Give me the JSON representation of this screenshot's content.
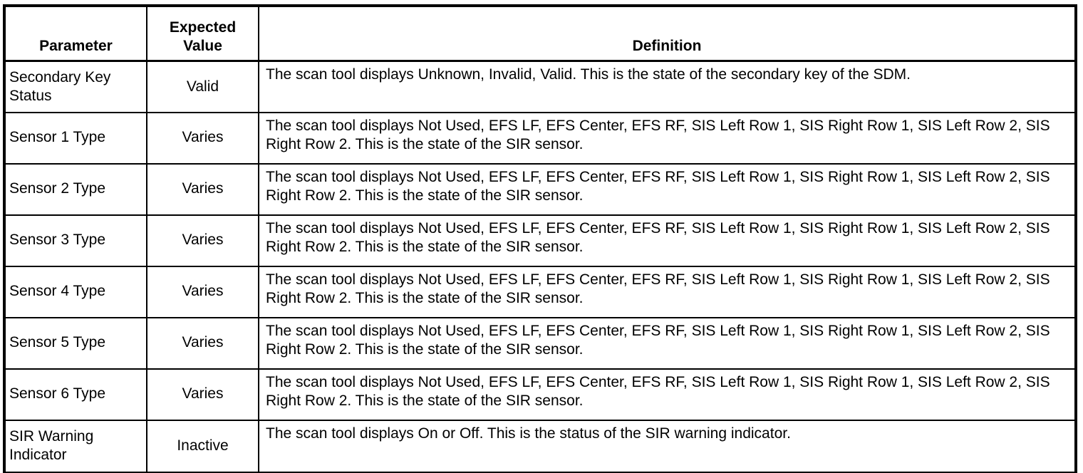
{
  "table": {
    "columns": [
      {
        "label": "Parameter"
      },
      {
        "label": "Expected Value"
      },
      {
        "label": "Definition"
      }
    ],
    "rows": [
      {
        "parameter": "Secondary Key Status",
        "expected_value": "Valid",
        "definition": "The scan tool displays Unknown, Invalid, Valid. This is the state of the secondary key of the SDM."
      },
      {
        "parameter": "Sensor 1 Type",
        "expected_value": "Varies",
        "definition": "The scan tool displays Not Used, EFS LF, EFS Center, EFS RF, SIS Left Row 1, SIS Right Row 1, SIS Left Row 2, SIS Right Row 2. This is the state of the SIR sensor."
      },
      {
        "parameter": "Sensor 2 Type",
        "expected_value": "Varies",
        "definition": "The scan tool displays Not Used, EFS LF, EFS Center, EFS RF, SIS Left Row 1, SIS Right Row 1, SIS Left Row 2, SIS Right Row 2. This is the state of the SIR sensor."
      },
      {
        "parameter": "Sensor 3 Type",
        "expected_value": "Varies",
        "definition": "The scan tool displays Not Used, EFS LF, EFS Center, EFS RF, SIS Left Row 1, SIS Right Row 1, SIS Left Row 2, SIS Right Row 2. This is the state of the SIR sensor."
      },
      {
        "parameter": "Sensor 4 Type",
        "expected_value": "Varies",
        "definition": "The scan tool displays Not Used, EFS LF, EFS Center, EFS RF, SIS Left Row 1, SIS Right Row 1, SIS Left Row 2, SIS Right Row 2. This is the state of the SIR sensor."
      },
      {
        "parameter": "Sensor 5 Type",
        "expected_value": "Varies",
        "definition": "The scan tool displays Not Used, EFS LF, EFS Center, EFS RF, SIS Left Row 1, SIS Right Row 1, SIS Left Row 2, SIS Right Row 2. This is the state of the SIR sensor."
      },
      {
        "parameter": "Sensor 6 Type",
        "expected_value": "Varies",
        "definition": "The scan tool displays Not Used, EFS LF, EFS Center, EFS RF, SIS Left Row 1, SIS Right Row 1, SIS Left Row 2, SIS Right Row 2. This is the state of the SIR sensor."
      },
      {
        "parameter": "SIR Warning Indicator",
        "expected_value": "Inactive",
        "definition": "The scan tool displays On or Off. This is the status of the SIR warning indicator."
      }
    ]
  }
}
